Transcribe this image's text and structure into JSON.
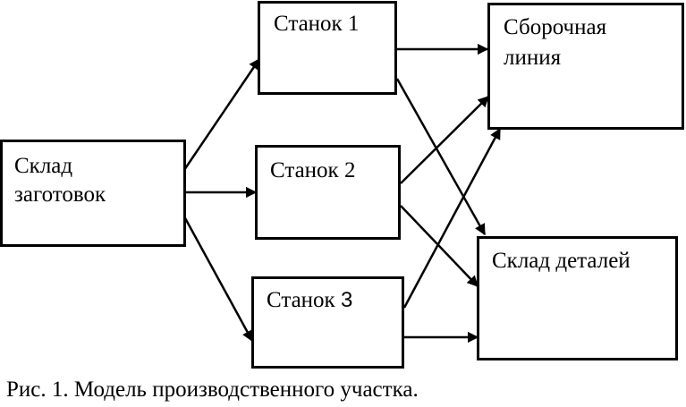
{
  "diagram": {
    "nodes": {
      "warehouse_blanks": {
        "line1": "Склад",
        "line2": "заготовок"
      },
      "machine_1": {
        "label": "Станок 1"
      },
      "machine_2": {
        "label": "Станок 2"
      },
      "machine_3": {
        "prefix": "Станок ",
        "suffix": "3"
      },
      "assembly_line": {
        "line1": "Сборочная",
        "line2": "линия"
      },
      "warehouse_parts": {
        "label": "Склад деталей"
      }
    },
    "edges": [
      {
        "from": "warehouse_blanks",
        "to": "machine_1"
      },
      {
        "from": "warehouse_blanks",
        "to": "machine_2"
      },
      {
        "from": "warehouse_blanks",
        "to": "machine_3"
      },
      {
        "from": "machine_1",
        "to": "assembly_line"
      },
      {
        "from": "machine_1",
        "to": "warehouse_parts"
      },
      {
        "from": "machine_2",
        "to": "assembly_line"
      },
      {
        "from": "machine_2",
        "to": "warehouse_parts"
      },
      {
        "from": "machine_3",
        "to": "assembly_line"
      },
      {
        "from": "machine_3",
        "to": "warehouse_parts"
      }
    ]
  },
  "caption": "Рис. 1. Модель производственного участка."
}
